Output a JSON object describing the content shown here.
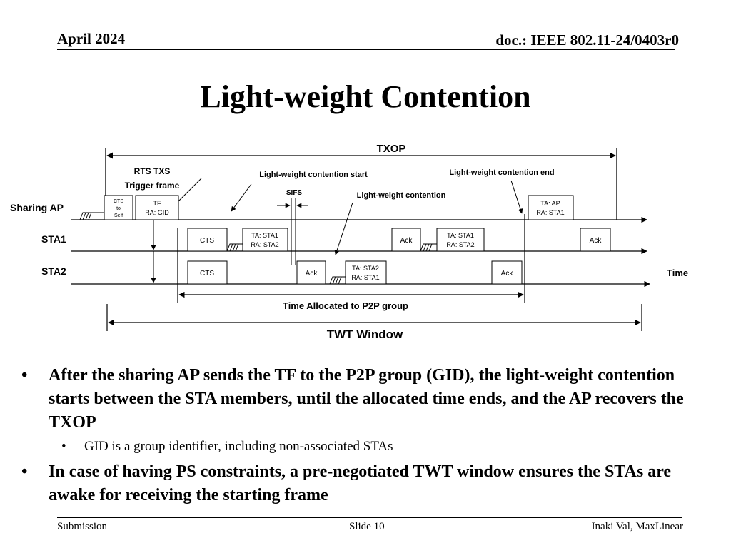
{
  "header": {
    "date": "April 2024",
    "doc": "doc.: IEEE 802.11-24/0403r0"
  },
  "title": "Light-weight Contention",
  "diagram": {
    "labels": {
      "txop": "TXOP",
      "rts_txs": "RTS TXS",
      "trigger_frame": "Trigger frame",
      "lw_start": "Light-weight contention start",
      "lw_end": "Light-weight contention end",
      "sifs": "SIFS",
      "lw_contention": "Light-weight contention",
      "time_allocated": "Time Allocated to P2P group",
      "twt_window": "TWT Window",
      "time": "Time"
    },
    "rows": {
      "sharing_ap": "Sharing AP",
      "sta1": "STA1",
      "sta2": "STA2"
    },
    "frames": {
      "cts_self_1": "CTS",
      "cts_self_2": "to",
      "cts_self_3": "Self",
      "tf_1": "TF",
      "tf_2": "RA: GID",
      "ap_final_1": "TA: AP",
      "ap_final_2": "RA: STA1",
      "sta1_cts": "CTS",
      "sta1_data_1": "TA: STA1",
      "sta1_data_2": "RA: STA2",
      "sta1_ack": "Ack",
      "sta1_data2_1": "TA: STA1",
      "sta1_data2_2": "RA: STA2",
      "sta1_ack2": "Ack",
      "sta2_cts": "CTS",
      "sta2_ack": "Ack",
      "sta2_data_1": "TA: STA2",
      "sta2_data_2": "RA: STA1",
      "sta2_ack2": "Ack"
    }
  },
  "bullets": [
    {
      "text": "After the sharing AP sends the TF to the P2P group (GID), the light-weight contention starts between the STA members, until the allocated time ends, and the AP recovers the TXOP"
    },
    {
      "text": "GID is a group identifier, including non-associated STAs"
    },
    {
      "text": "In case of having PS constraints, a pre-negotiated TWT window ensures the STAs are awake for receiving the starting frame"
    }
  ],
  "bullet_glyph": "•",
  "footer": {
    "left": "Submission",
    "center": "Slide 10",
    "right": "Inaki Val, MaxLinear"
  }
}
